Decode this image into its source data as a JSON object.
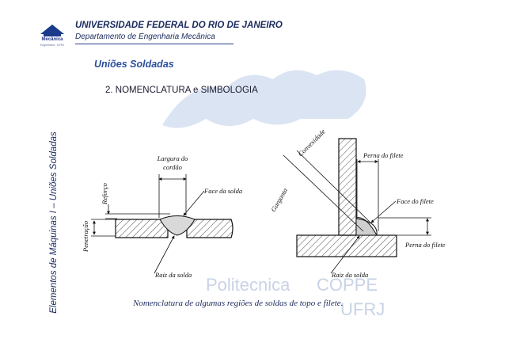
{
  "header": {
    "university": "UNIVERSIDADE FEDERAL DO RIO DE JANEIRO",
    "department": "Departamento de Engenharia Mecânica"
  },
  "logo": {
    "name": "Mecânica",
    "tagline": "Engenharia · UFRJ"
  },
  "side_title": "Elementos de Máquinas I – Uniões Soldadas",
  "section_title": "Uniões Soldadas",
  "subtitle": "2. NOMENCLATURA e SIMBOLOGIA",
  "watermark": {
    "left": "Politecnica",
    "right": "COPPE",
    "right_sub": "UFRJ"
  },
  "butt_weld_labels": {
    "width_line1": "Largura do",
    "width_line2": "cordão",
    "face": "Face da solda",
    "root": "Raiz da solda",
    "reinforcement": "Reforço",
    "penetration": "Penetração"
  },
  "fillet_weld_labels": {
    "convexity": "Convexidade",
    "throat": "Garganta",
    "leg_top": "Perna do filete",
    "face": "Face do filete",
    "leg_right": "Perna do filete",
    "root": "Raiz da solda"
  },
  "caption": "Nomenclatura de algumas regiões de soldas de topo e filete."
}
